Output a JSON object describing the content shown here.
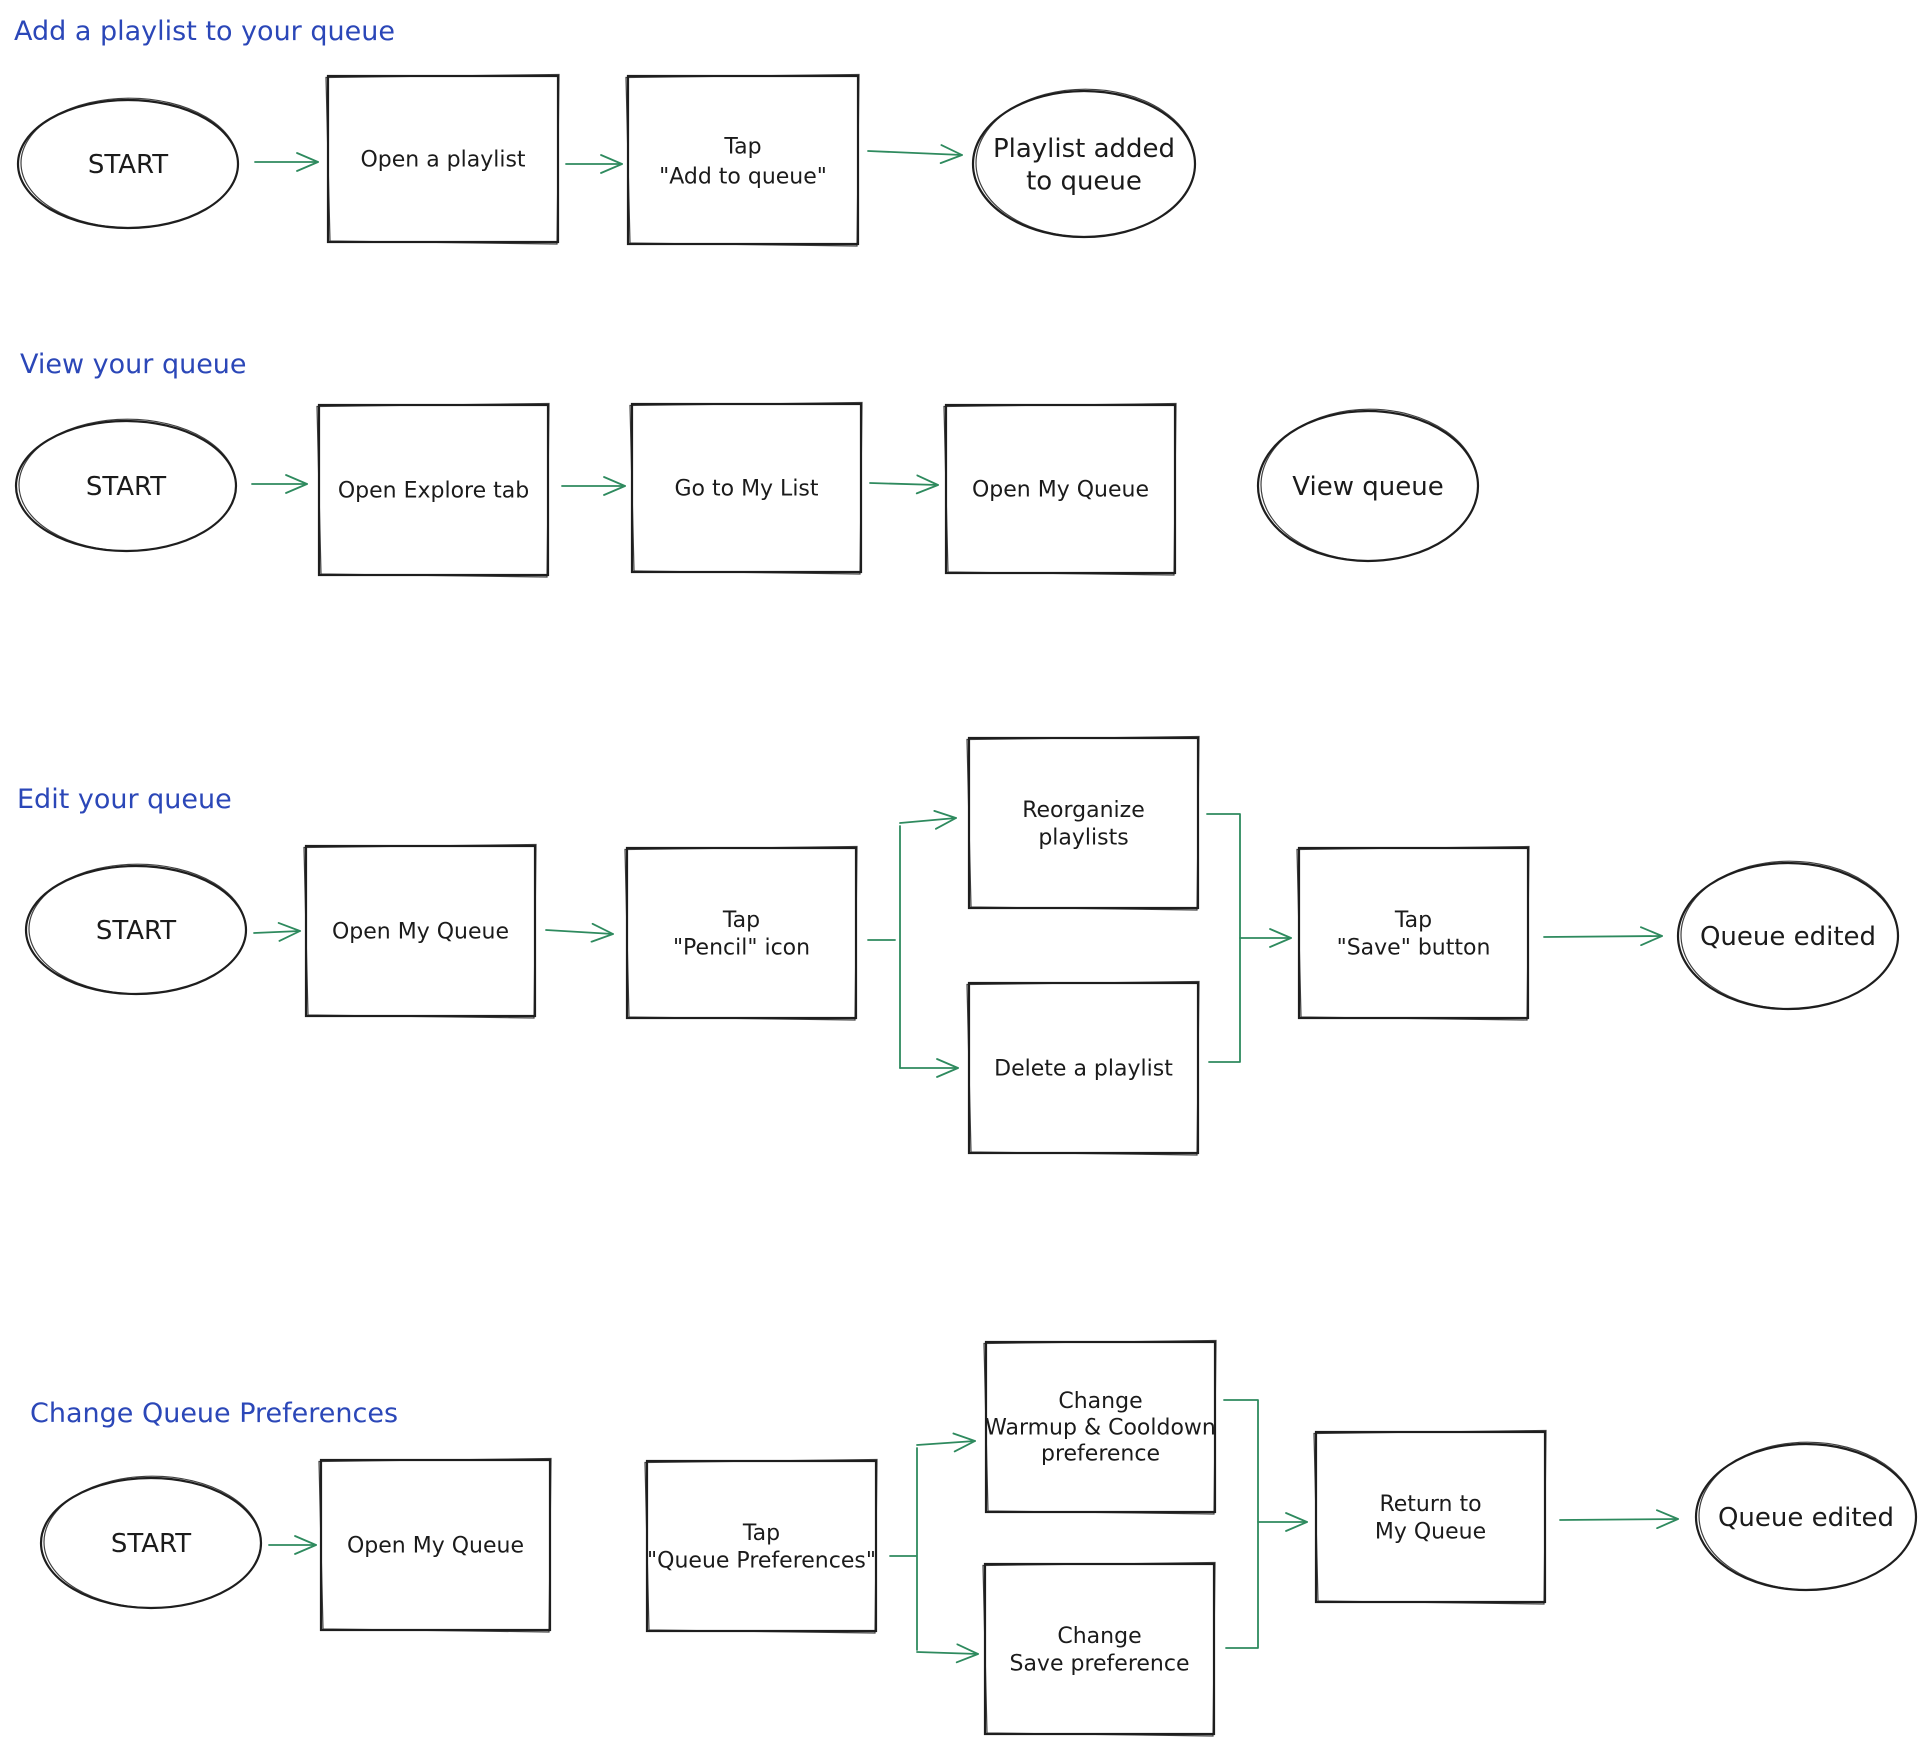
{
  "sections": [
    {
      "title": "Add a playlist to your queue",
      "nodes": [
        {
          "id": "s1_start",
          "shape": "oval",
          "label": [
            "START"
          ]
        },
        {
          "id": "s1_open",
          "shape": "rect",
          "label": [
            "Open a playlist"
          ]
        },
        {
          "id": "s1_tap",
          "shape": "rect",
          "label": [
            "Tap",
            "\"Add to queue\""
          ]
        },
        {
          "id": "s1_end",
          "shape": "oval",
          "label": [
            "Playlist added",
            "to queue"
          ]
        }
      ]
    },
    {
      "title": "View your queue",
      "nodes": [
        {
          "id": "s2_start",
          "shape": "oval",
          "label": [
            "START"
          ]
        },
        {
          "id": "s2_explore",
          "shape": "rect",
          "label": [
            "Open Explore tab"
          ]
        },
        {
          "id": "s2_mylist",
          "shape": "rect",
          "label": [
            "Go to My List"
          ]
        },
        {
          "id": "s2_myqueue",
          "shape": "rect",
          "label": [
            "Open My Queue"
          ]
        },
        {
          "id": "s2_end",
          "shape": "oval",
          "label": [
            "View queue"
          ]
        }
      ]
    },
    {
      "title": "Edit your queue",
      "nodes": [
        {
          "id": "s3_start",
          "shape": "oval",
          "label": [
            "START"
          ]
        },
        {
          "id": "s3_myqueue",
          "shape": "rect",
          "label": [
            "Open My Queue"
          ]
        },
        {
          "id": "s3_pencil",
          "shape": "rect",
          "label": [
            "Tap",
            "\"Pencil\" icon"
          ]
        },
        {
          "id": "s3_reorg",
          "shape": "rect",
          "label": [
            "Reorganize",
            "playlists"
          ]
        },
        {
          "id": "s3_delete",
          "shape": "rect",
          "label": [
            "Delete a playlist"
          ]
        },
        {
          "id": "s3_save",
          "shape": "rect",
          "label": [
            "Tap",
            "\"Save\" button"
          ]
        },
        {
          "id": "s3_end",
          "shape": "oval",
          "label": [
            "Queue edited"
          ]
        }
      ]
    },
    {
      "title": "Change Queue Preferences",
      "nodes": [
        {
          "id": "s4_start",
          "shape": "oval",
          "label": [
            "START"
          ]
        },
        {
          "id": "s4_myqueue",
          "shape": "rect",
          "label": [
            "Open My Queue"
          ]
        },
        {
          "id": "s4_prefs",
          "shape": "rect",
          "label": [
            "Tap",
            "\"Queue Preferences\""
          ]
        },
        {
          "id": "s4_warmup",
          "shape": "rect",
          "label": [
            "Change",
            "Warmup & Cooldown",
            "preference"
          ]
        },
        {
          "id": "s4_savepref",
          "shape": "rect",
          "label": [
            "Change",
            "Save preference"
          ]
        },
        {
          "id": "s4_return",
          "shape": "rect",
          "label": [
            "Return to",
            "My Queue"
          ]
        },
        {
          "id": "s4_end",
          "shape": "oval",
          "label": [
            "Queue edited"
          ]
        }
      ]
    }
  ],
  "colors": {
    "title": "#2b47b8",
    "connector": "#2e8a5e",
    "stroke": "#1e1e1e",
    "background": "#ffffff"
  }
}
